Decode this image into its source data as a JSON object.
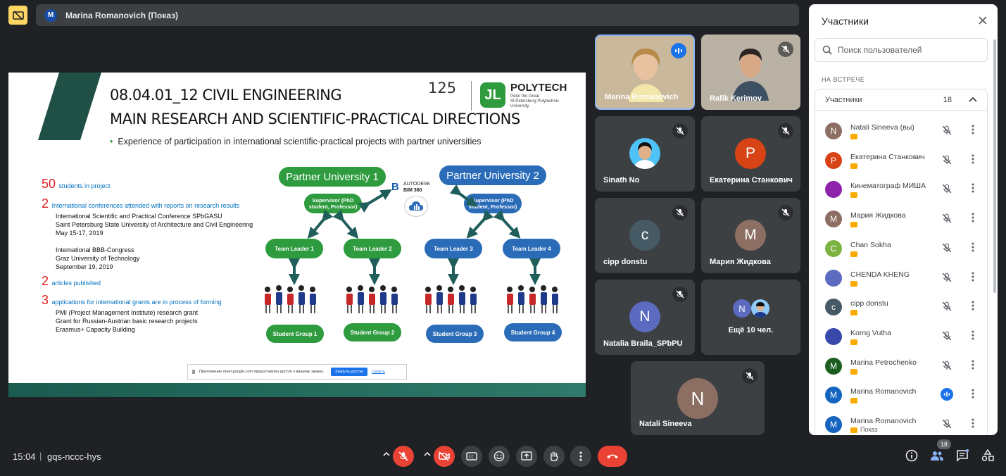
{
  "presenter_bar": {
    "avatar_letter": "M",
    "name": "Marina Romanovich (Показ)"
  },
  "slide": {
    "title_line1": "08.04.01_12 CIVIL ENGINEERING",
    "title_line2": "MAIN RESEARCH AND SCIENTIFIC-PRACTICAL DIRECTIONS",
    "bullet": "Experience of participation in international scientific-practical projects with partner universities",
    "logo_125": "125",
    "logo_name": "POLYTECH",
    "logo_sub1": "Peter the Great",
    "logo_sub2": "St.Petersburg Polytechnic",
    "logo_sub3": "University",
    "stat1_num": "50",
    "stat1_label": "students in project",
    "stat2_num": "2",
    "stat2_label": "International conferences attended with reports on research results",
    "conf1_l1": "International Scientific and Practical Conference SPbGASU",
    "conf1_l2": "Saint Petersburg State University of Architecture and Civil Engineering",
    "conf1_l3": "May 15-17, 2019",
    "conf2_l1": "International BBB-Congress",
    "conf2_l2": "Graz University of Technology",
    "conf2_l3": "September 19, 2019",
    "stat3_num": "2",
    "stat3_label": "articles published",
    "stat4_num": "3",
    "stat4_label": "applications for international grants are in process of forming",
    "grant1": "PMI (Project Management Institute) research grant",
    "grant2": "Grant for Russian-Austrian basic research projects",
    "grant3": "Erasmus+ Capacity Building",
    "partner1": "Partner University 1",
    "partner2": "Partner University 2",
    "supervisor": "Supervisor (PhD student, Professor)",
    "bim_l1": "AUTODESK",
    "bim_l2": "BIM 360",
    "bim_letter": "B",
    "team1": "Team Leader 1",
    "team2": "Team Leader 2",
    "team3": "Team Leader 3",
    "team4": "Team Leader 4",
    "group1": "Student Group 1",
    "group2": "Student Group 2",
    "group3": "Student Group 3",
    "group4": "Student Group 4",
    "share_notice": "Приложение meet.google.com предоставлен доступ к вашему экрану.",
    "share_close": "Закрыть доступ",
    "share_hide": "Скрыть"
  },
  "tiles": {
    "t1": {
      "name": "Marina Romanovich"
    },
    "t2": {
      "name": "Rafik Kerimov"
    },
    "t3": {
      "name": "Sinath No"
    },
    "t4": {
      "name": "Екатерина Станкович",
      "letter": "P"
    },
    "t5": {
      "name": "cipp donstu",
      "letter": "c"
    },
    "t6": {
      "name": "Мария Жидкова",
      "letter": "M"
    },
    "t7": {
      "name": "Natalia Braila_SPbPU",
      "letter": "N"
    },
    "t8": {
      "name": "Ещё 10 чел.",
      "letter": "N"
    },
    "t9": {
      "name": "Natali Sineeva",
      "letter": "N"
    }
  },
  "sidebar": {
    "title": "Участники",
    "search_placeholder": "Поиск пользователей",
    "section_label": "НА ВСТРЕЧЕ",
    "group_label": "Участники",
    "group_count": "18",
    "participants": [
      {
        "name": "Natali Sineeva (вы)",
        "letter": "N",
        "color": "#8d6e63"
      },
      {
        "name": "Екатерина Станкович",
        "letter": "P",
        "color": "#d84315"
      },
      {
        "name": "Кинематограф МИША",
        "letter": "",
        "color": "#8e24aa"
      },
      {
        "name": "Мария Жидкова",
        "letter": "M",
        "color": "#8d6e63"
      },
      {
        "name": "Chan Sokha",
        "letter": "C",
        "color": "#7cb342"
      },
      {
        "name": "CHENDA KHENG",
        "letter": "",
        "color": "#5c6bc0"
      },
      {
        "name": "cipp donstu",
        "letter": "c",
        "color": "#455a64"
      },
      {
        "name": "Korng Vutha",
        "letter": "",
        "color": "#3949ab"
      },
      {
        "name": "Marina Petrochenko",
        "letter": "M",
        "color": "#1b5e20"
      },
      {
        "name": "Marina Romanovich",
        "letter": "M",
        "color": "#1565c0"
      },
      {
        "name": "Marina Romanovich",
        "letter": "M",
        "color": "#1565c0",
        "sub": "Показ"
      }
    ]
  },
  "bottom": {
    "time": "15:04",
    "separator": "|",
    "meeting_code": "gqs-nccc-hys",
    "participants_count": "18"
  }
}
